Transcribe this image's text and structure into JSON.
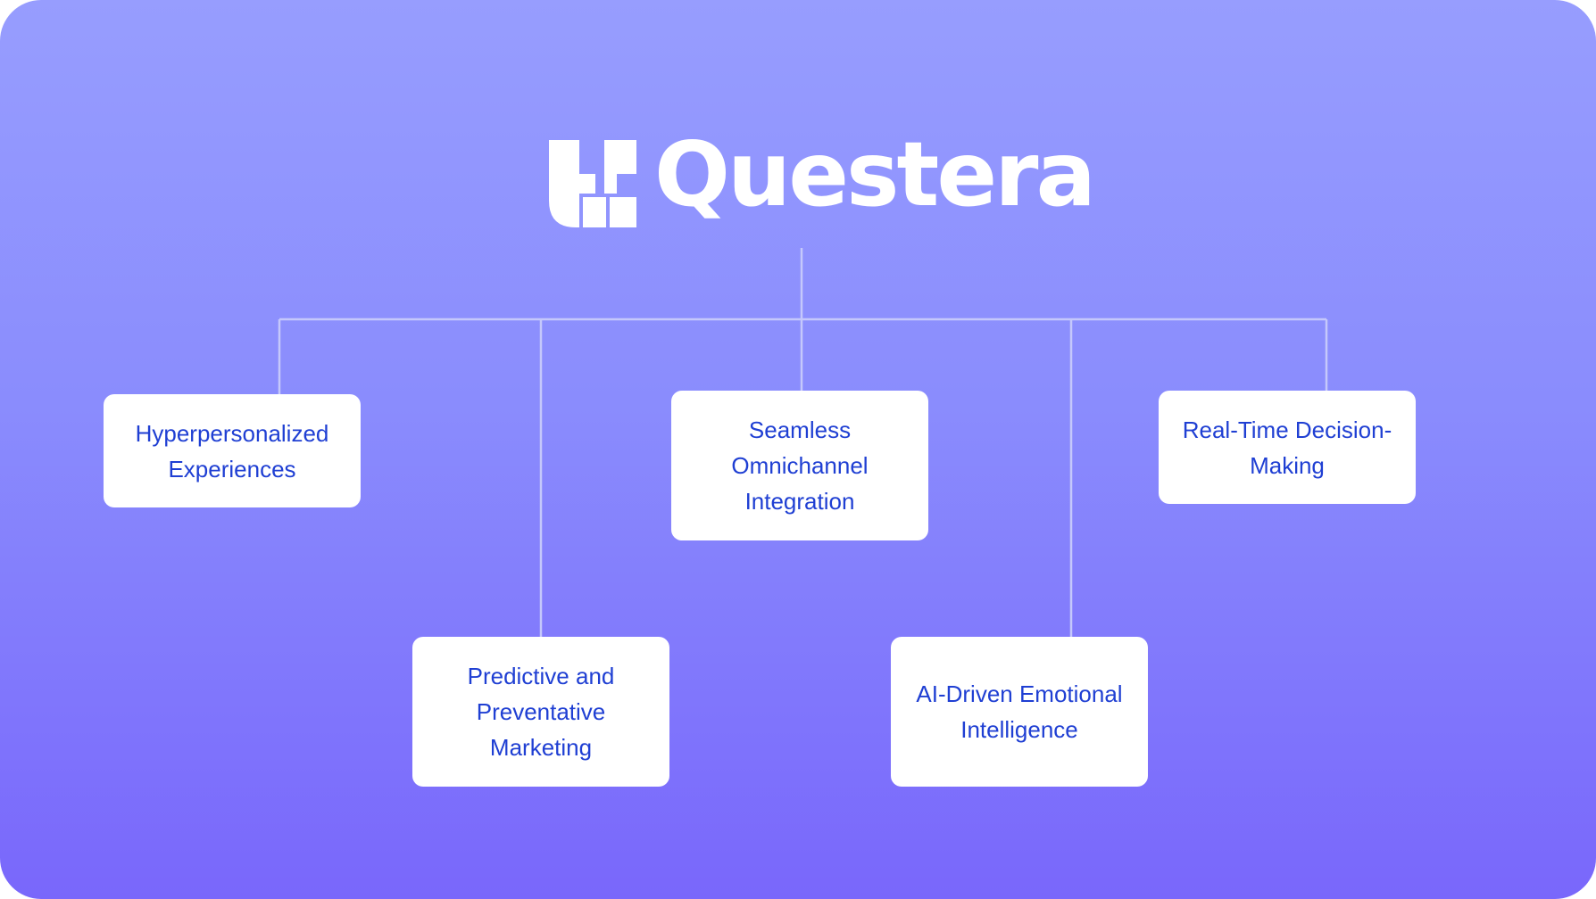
{
  "brand": {
    "name": "Questera",
    "logo_icon": "questera-logo-icon"
  },
  "colors": {
    "background_top": "#979dfe",
    "background_bottom": "#7967fb",
    "node_fill": "#ffffff",
    "node_text": "#1f3fd3",
    "connector": "#c5c8fb"
  },
  "nodes": [
    {
      "label": "Hyperpersonalized Experiences"
    },
    {
      "label": "Predictive and Preventative Marketing"
    },
    {
      "label": "Seamless Omnichannel Integration"
    },
    {
      "label": "AI-Driven Emotional Intelligence"
    },
    {
      "label": "Real-Time Decision-Making"
    }
  ]
}
